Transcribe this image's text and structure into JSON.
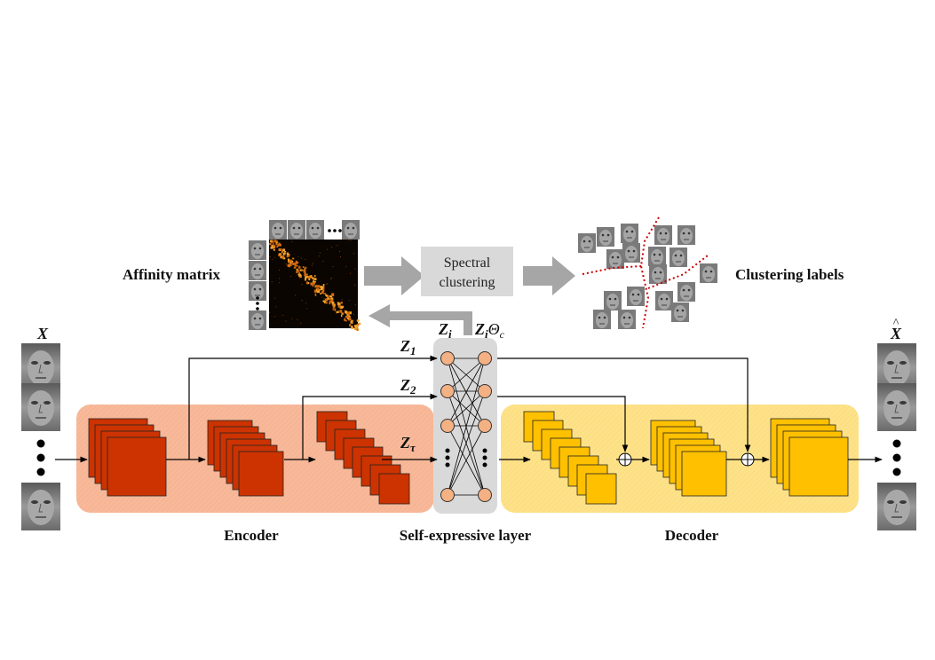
{
  "labels": {
    "affinity_matrix": "Affinity matrix",
    "spectral_line1": "Spectral",
    "spectral_line2": "clustering",
    "clustering_labels": "Clustering labels",
    "encoder": "Encoder",
    "self_expressive": "Self-expressive layer",
    "decoder": "Decoder"
  },
  "symbols": {
    "input": "X",
    "output": "X",
    "output_hat": "^",
    "z1": "Z",
    "z1_sub": "1",
    "z2": "Z",
    "z2_sub": "2",
    "ztau": "Z",
    "ztau_sub": "τ",
    "zi": "Z",
    "zi_sub": "i",
    "zitheta": "Z",
    "zitheta_sub": "i",
    "theta": "Θ",
    "theta_sub": "c"
  },
  "colors": {
    "encoder_bg": "#f7b99a",
    "encoder_block": "#cc3300",
    "decoder_bg": "#fde28a",
    "decoder_block": "#ffc000",
    "self_expressive_bg": "#d9d9d9",
    "node_fill": "#f4b183",
    "arrow_gray": "#a6a6a6",
    "spectral_box": "#d9d9d9",
    "cluster_divider": "#cc0000"
  }
}
